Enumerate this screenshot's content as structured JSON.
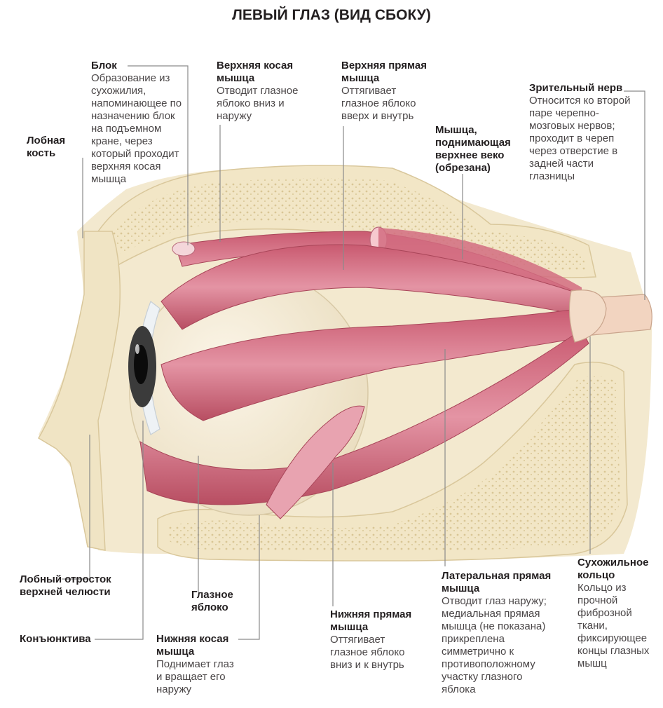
{
  "title": "ЛЕВЫЙ ГЛАЗ (ВИД СБОКУ)",
  "labels": {
    "blok": {
      "heading": "Блок",
      "desc": "Образование из сухожилия, напоминающее по назначению блок на подъемном кране, через который проходит верхняя косая мышца"
    },
    "verkh_kosaya": {
      "heading": "Верхняя косая мышца",
      "desc": "Отводит глазное яблоко вниз и наружу"
    },
    "verkh_pryamaya": {
      "heading": "Верхняя прямая мышца",
      "desc": "Оттягивает глазное яблоко вверх и внутрь"
    },
    "zritelny_nerv": {
      "heading": "Зрительный нерв",
      "desc": "Относится ко второй паре черепно-мозговых нервов; проходит в череп через отверстие в задней части глазницы"
    },
    "lobnaya_kost": {
      "heading": "Лобная кость"
    },
    "podnimayushchaya": {
      "heading": "Мышца, поднимающая верхнее веко (обрезана)"
    },
    "lobny_otrostok": {
      "heading": "Лобный отросток верхней челюсти"
    },
    "konyunktiva": {
      "heading": "Конъюнктива"
    },
    "glaznoe_yabloko": {
      "heading": "Глазное яблоко"
    },
    "nizh_kosaya": {
      "heading": "Нижняя косая мышца",
      "desc": "Поднимает глаз и вращает его наружу"
    },
    "nizh_pryamaya": {
      "heading": "Нижняя прямая мышца",
      "desc": "Оттягивает глазное яблоко вниз и к внутрь"
    },
    "lateralnaya": {
      "heading": "Латеральная прямая мышца",
      "desc": "Отводит глаз наружу; медиальная прямая мышца (не показана) прикреплена симметрично к противоположному участку глазного яблока"
    },
    "sukhozhilnoe": {
      "heading": "Сухожильное кольцо",
      "desc": "Кольцо из прочной фиброзной ткани, фиксирующее концы глазных мышц"
    }
  },
  "colors": {
    "muscle": "#d9788a",
    "muscle_dark": "#b84e62",
    "bone": "#f2e6c6",
    "bone_dot": "#d6c290",
    "eyeball": "#f7efdc",
    "leader": "#8a8a8a"
  }
}
